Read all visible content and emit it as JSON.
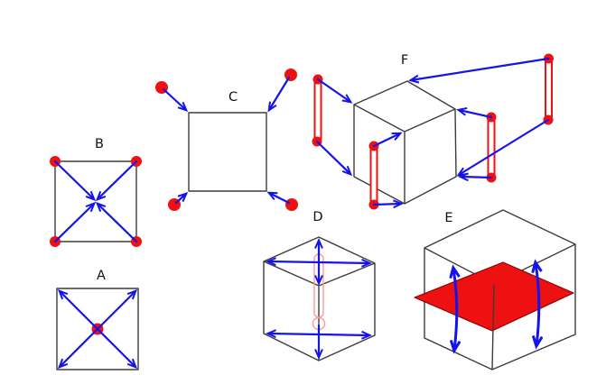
{
  "figure": {
    "panels": {
      "a": {
        "label": "A"
      },
      "b": {
        "label": "B"
      },
      "c": {
        "label": "C"
      },
      "d": {
        "label": "D"
      },
      "e": {
        "label": "E"
      },
      "f": {
        "label": "F"
      }
    },
    "colors": {
      "arrow": "#1414e8",
      "marker": "#ee1111",
      "tube": "#ff9898",
      "plane_fill": "#ee1111",
      "plane_edge": "#8b0000",
      "outline": "#3c3c3c",
      "label": "#111111",
      "background": "#ffffff"
    }
  }
}
